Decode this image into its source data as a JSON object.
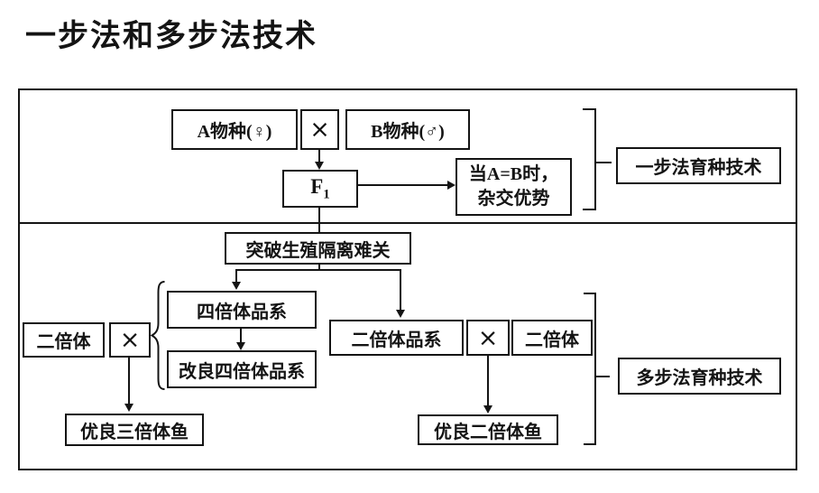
{
  "title": "一步法和多步法技术",
  "colors": {
    "ink": "#141414",
    "background": "#ffffff"
  },
  "flowchart": {
    "cross_symbol": "×",
    "top": {
      "species_a": "A物种(♀)",
      "species_b": "B物种(♂)",
      "f1_base": "F",
      "f1_subscript": "1",
      "hybrid_note_line1": "当A=B时，",
      "hybrid_note_line2": "杂交优势",
      "bracket_label": "一步法育种技术"
    },
    "middle": {
      "breakthrough": "突破生殖隔离难关"
    },
    "bottom": {
      "diploid_left": "二倍体",
      "tetraploid_strain": "四倍体品系",
      "improved_tetraploid_strain": "改良四倍体品系",
      "triploid_fish": "优良三倍体鱼",
      "diploid_strain": "二倍体品系",
      "diploid_right": "二倍体",
      "diploid_fish": "优良二倍体鱼",
      "bracket_label": "多步法育种技术"
    }
  }
}
